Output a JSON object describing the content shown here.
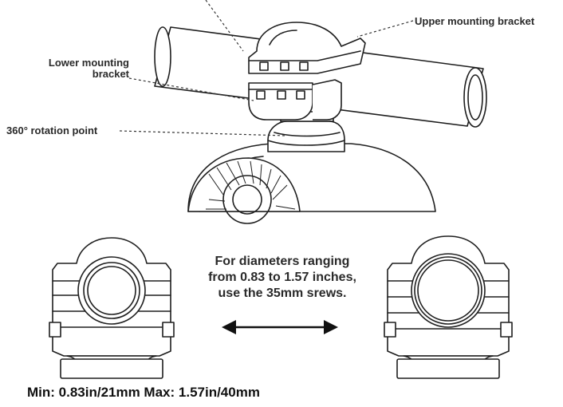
{
  "labels": {
    "upper_bracket": "Upper mounting bracket",
    "lower_bracket_line1": "Lower mounting",
    "lower_bracket_line2": "bracket",
    "rotation_point": "360° rotation point"
  },
  "info_text": {
    "line1": "For diameters ranging",
    "line2": "from 0.83 to 1.57 inches,",
    "line3": "use the 35mm srews."
  },
  "footer": "Min: 0.83in/21mm Max: 1.57in/40mm",
  "colors": {
    "line": "#1e1e1e",
    "background": "#ffffff"
  }
}
